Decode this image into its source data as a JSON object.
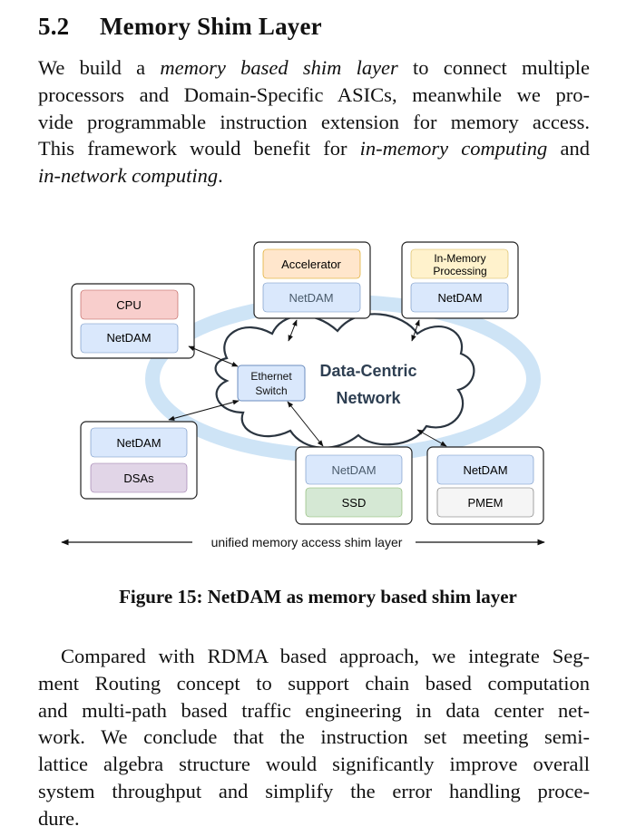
{
  "section": {
    "number": "5.2",
    "title": "Memory Shim Layer"
  },
  "paragraph1": {
    "lines": [
      [
        "We build a ",
        "memory based shim layer",
        " to connect multiple"
      ],
      [
        "processors and Domain-Specific ASICs, meanwhile we pro-"
      ],
      [
        "vide programmable instruction extension for memory access."
      ],
      [
        "This framework would benefit for ",
        "in-memory computing",
        " and"
      ],
      [
        "",
        "in-network computing",
        "."
      ]
    ]
  },
  "figure": {
    "caption": "Figure 15: NetDAM as memory based shim layer",
    "network_label_line1": "Data-Centric",
    "network_label_line2": "Network",
    "switch_label_line1": "Ethernet",
    "switch_label_line2": "Switch",
    "shim_label": "unified memory access shim layer",
    "nodes": [
      {
        "id": "cpu",
        "top": "CPU",
        "bottom": "NetDAM"
      },
      {
        "id": "accelerator",
        "top": "Accelerator",
        "bottom": "NetDAM"
      },
      {
        "id": "imp",
        "top_line1": "In-Memory",
        "top_line2": "Processing",
        "bottom": "NetDAM"
      },
      {
        "id": "dsa",
        "top": "NetDAM",
        "bottom": "DSAs"
      },
      {
        "id": "ssd",
        "top": "NetDAM",
        "bottom": "SSD"
      },
      {
        "id": "pmem",
        "top": "NetDAM",
        "bottom": "PMEM"
      }
    ],
    "colors": {
      "cpu": "#f8cecc",
      "netdam": "#dae8fc",
      "accelerator": "#ffe6cc",
      "imp": "#fff2cc",
      "dsa": "#e1d5e7",
      "ssd": "#d5e8d4",
      "pmem": "#f5f5f5",
      "ring": "#c9e1f5"
    }
  },
  "paragraph2": {
    "lines": [
      "Compared with RDMA based approach, we integrate Seg-",
      "ment Routing concept to support chain based computation",
      "and multi-path based traffic engineering in data center net-",
      "work. We conclude that the instruction set meeting semi-",
      "lattice algebra structure would significantly improve overall",
      "system throughput and simplify the error handling proce-",
      "dure."
    ]
  }
}
